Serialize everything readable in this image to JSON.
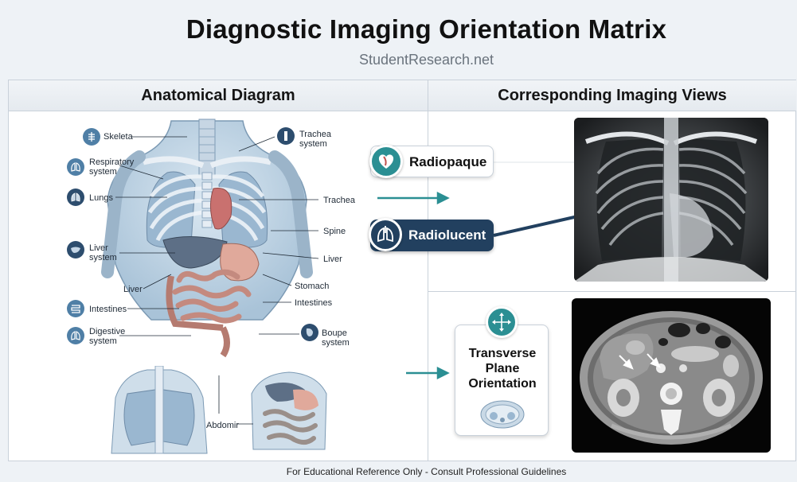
{
  "header": {
    "title": "Diagnostic Imaging Orientation Matrix",
    "subtitle": "StudentResearch.net"
  },
  "columns": {
    "left_title": "Anatomical Diagram",
    "right_title": "Corresponding Imaging Views"
  },
  "left_labels": {
    "skeleta": "Skeleta",
    "respiratory": "Respiratory system",
    "lungs": "Lungs",
    "liver_system": "Liver system",
    "liver_left": "Liver",
    "intestines_left": "Intestines",
    "digestive": "Digestive system"
  },
  "right_labels": {
    "trachea_system": "Trachea system",
    "trachea": "Trachea",
    "spine": "Spine",
    "liver": "Liver",
    "stomach": "Stomach",
    "intestines": "Intestines",
    "boupe": "Boupe system"
  },
  "bottom_labels": {
    "abdomen": "Abdomir"
  },
  "imaging": {
    "radiopaque": "Radiopaque",
    "radiolucent": "Radiolucent",
    "transverse": "Transverse Plane Orientation"
  },
  "footer": "For Educational Reference Only - Consult Professional Guidelines",
  "colors": {
    "navy": "#22405f",
    "teal": "#2b8f93",
    "icon_blue": "#4f7fa6"
  },
  "icons": [
    "skeleton-icon",
    "lungs-icon",
    "liver-icon",
    "intestines-icon",
    "trachea-icon",
    "stomach-icon",
    "heart-icon",
    "move-arrows-icon"
  ]
}
